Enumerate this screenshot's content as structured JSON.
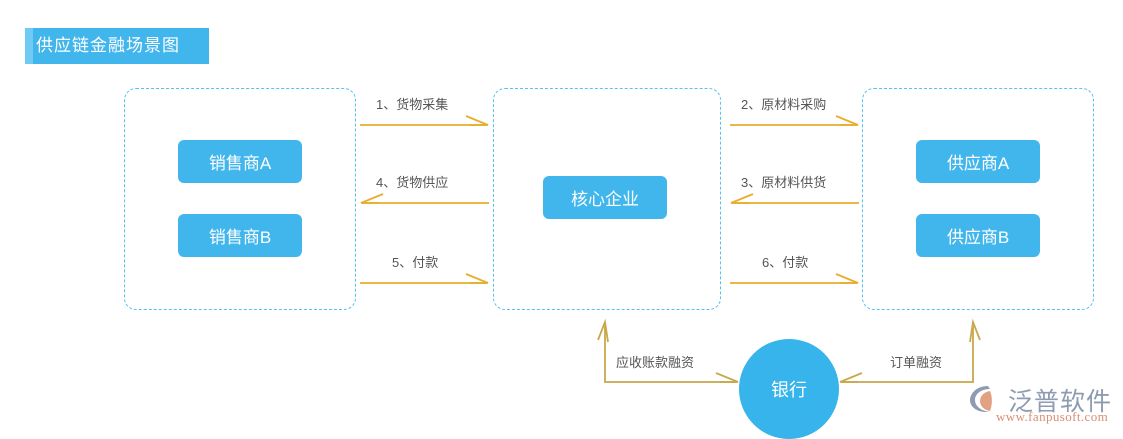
{
  "header": {
    "title": "供应链金融场景图",
    "bar_color": "#41B6EC",
    "accent_color": "#6FCBF4",
    "text_color": "#ffffff"
  },
  "theme": {
    "node_blue": "#41B6EC",
    "bank_blue": "#36B4EB",
    "dashed_border": "#56C2F0",
    "arrow_gold": "#E8AE2B",
    "arrow_grey_gold": "#C8A84B",
    "label_grey": "#555555",
    "background": "#ffffff"
  },
  "groups": [
    {
      "id": "seller",
      "name": "sellers-group",
      "nodes": [
        "销售商A",
        "销售商B"
      ]
    },
    {
      "id": "core",
      "name": "core-group",
      "nodes": [
        "核心企业"
      ]
    },
    {
      "id": "supplier",
      "name": "suppliers-group",
      "nodes": [
        "供应商A",
        "供应商B"
      ]
    }
  ],
  "nodes": {
    "seller_a": "销售商A",
    "seller_b": "销售商B",
    "core": "核心企业",
    "supplier_a": "供应商A",
    "supplier_b": "供应商B",
    "bank": "银行"
  },
  "flows": [
    {
      "index": "1",
      "label": "1、货物采集",
      "from": "seller",
      "to": "core",
      "direction": "right"
    },
    {
      "index": "4",
      "label": "4、货物供应",
      "from": "core",
      "to": "seller",
      "direction": "left"
    },
    {
      "index": "5",
      "label": "5、付款",
      "from": "seller",
      "to": "core",
      "direction": "right"
    },
    {
      "index": "2",
      "label": "2、原材料采购",
      "from": "core",
      "to": "supplier",
      "direction": "right"
    },
    {
      "index": "3",
      "label": "3、原材料供货",
      "from": "supplier",
      "to": "core",
      "direction": "left"
    },
    {
      "index": "6",
      "label": "6、付款",
      "from": "core",
      "to": "supplier",
      "direction": "right"
    }
  ],
  "finance_flows": [
    {
      "label": "应收账款融资",
      "from": "bank",
      "to": "core",
      "side": "left"
    },
    {
      "label": "订单融资",
      "from": "bank",
      "to": "supplier",
      "side": "right"
    }
  ],
  "watermark": {
    "brand": "泛普软件",
    "url": "www.fanpusoft.com",
    "brand_color": "#8E9BB0",
    "url_color": "#D98E72"
  }
}
